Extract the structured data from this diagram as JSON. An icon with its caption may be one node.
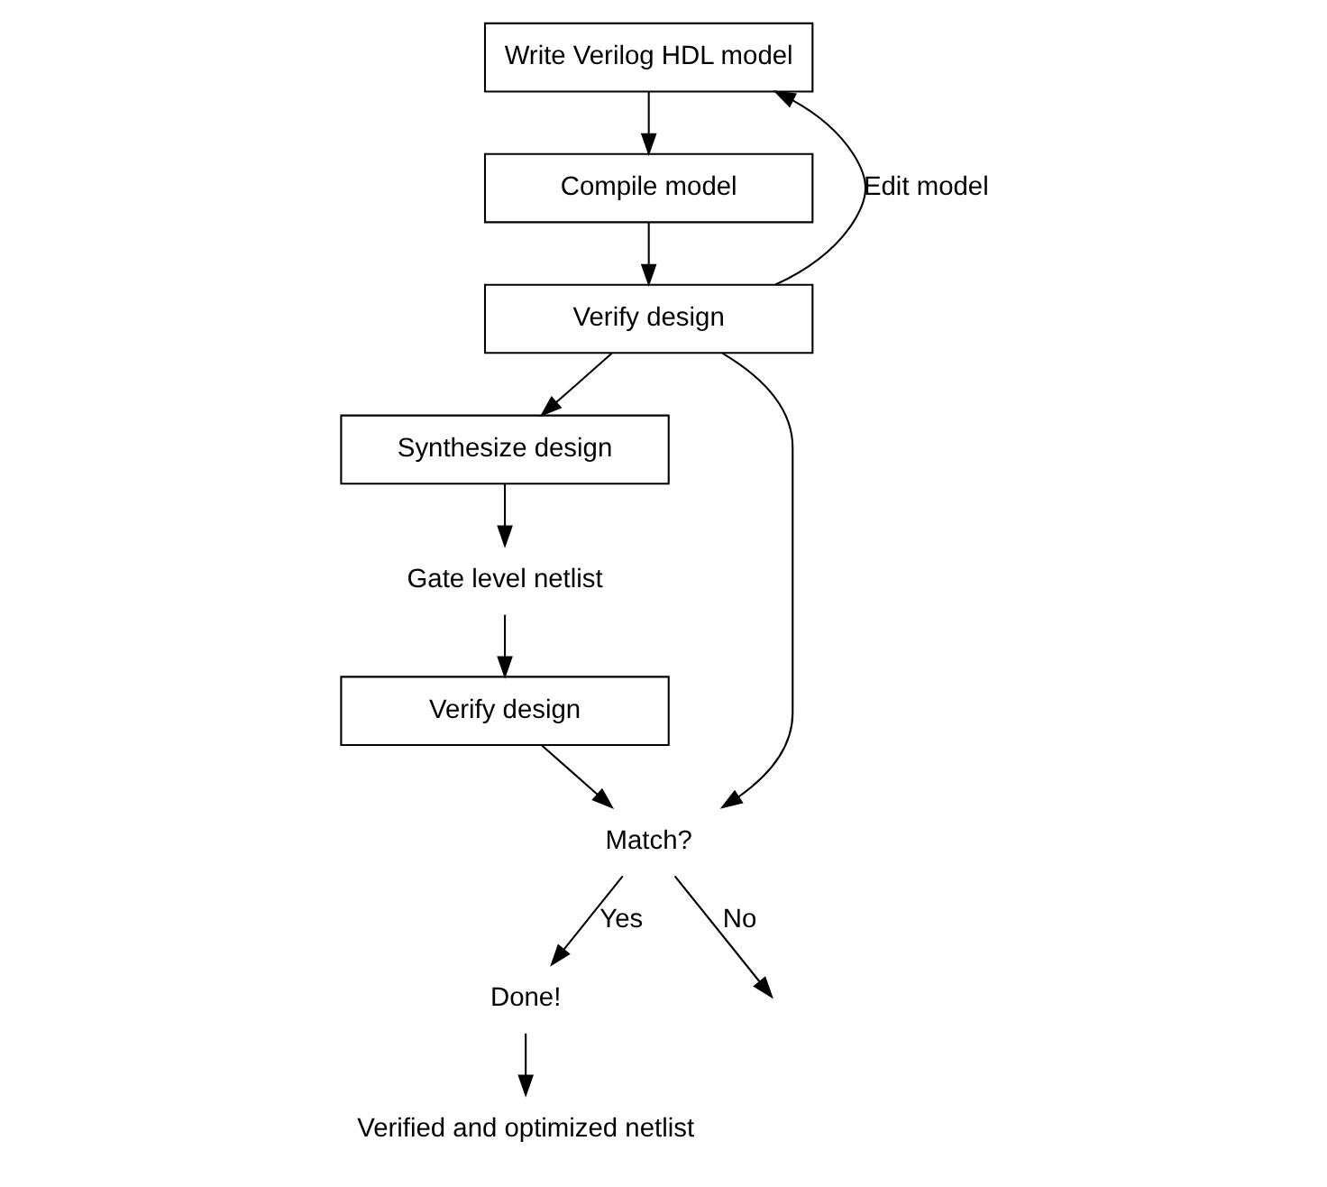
{
  "diagram": {
    "nodes": [
      {
        "text": [
          "Write Verilog HDL model"
        ]
      },
      {
        "text": [
          "Compile model"
        ]
      },
      {
        "text": [
          "Verify design"
        ]
      },
      {
        "text": [
          "Synthesize design"
        ]
      },
      {
        "text": [
          "Gate level netlist"
        ]
      },
      {
        "text": [
          "Verify design"
        ]
      },
      {
        "text": [
          "Match?"
        ]
      },
      {
        "text": [
          "Done!"
        ]
      },
      {
        "text": [
          "Verified and optimized netlist"
        ]
      }
    ],
    "edges": [
      {
        "from": 0,
        "to": 1,
        "arrow": "to"
      },
      {
        "from": 1,
        "to": 2,
        "arrow": "to"
      },
      {
        "from": 2,
        "to": 0,
        "arrow": "to",
        "label": "Edit model"
      },
      {
        "from": 2,
        "to": 3,
        "arrow": "to"
      },
      {
        "from": 3,
        "to": 4,
        "arrow": "to"
      },
      {
        "from": 4,
        "to": 5,
        "arrow": "to"
      },
      {
        "from": 2,
        "to": 6,
        "arrow": "to"
      },
      {
        "from": 5,
        "to": 6,
        "arrow": "to"
      },
      {
        "from": 6,
        "to": null,
        "arrow": "to",
        "label": "No"
      },
      {
        "from": 6,
        "to": 7,
        "arrow": "to",
        "label": "Yes"
      },
      {
        "from": 7,
        "to": 8,
        "arrow": "to"
      }
    ]
  }
}
